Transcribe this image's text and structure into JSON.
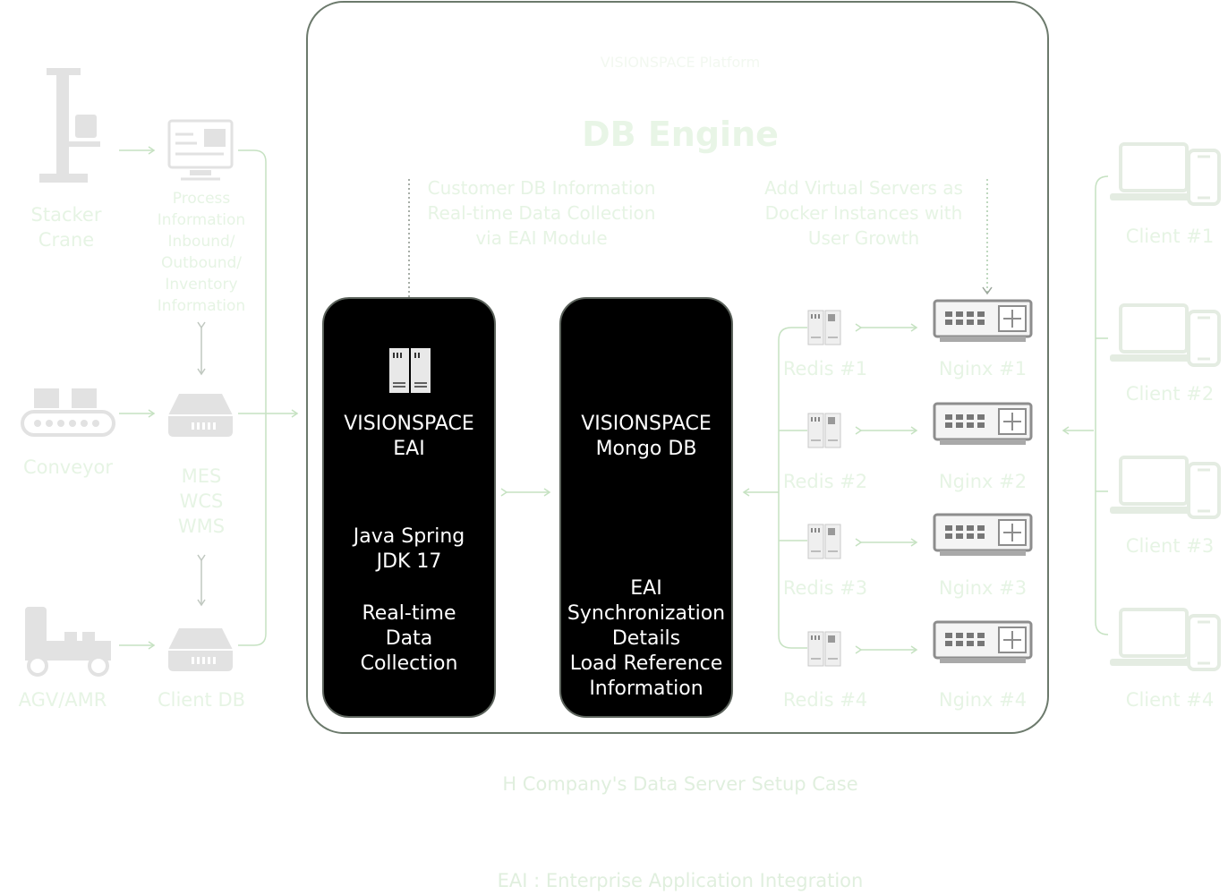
{
  "left_devices": {
    "stacker": "Stacker\nCrane",
    "process_info": "Process\nInformation\nInbound/\nOutbound/\nInventory\nInformation",
    "conveyor": "Conveyor",
    "mes": "MES\nWCS\nWMS",
    "agv": "AGV/AMR",
    "client_db": "Client DB"
  },
  "engine": {
    "subtitle": "VISIONSPACE Platform",
    "title": "DB Engine",
    "note_left": "Customer DB Information\nReal-time Data Collection\nvia EAI Module",
    "note_right": "Add Virtual Servers as\nDocker Instances with\nUser Growth"
  },
  "eai_box": {
    "name": "VISIONSPACE\nEAI",
    "tech": "Java Spring\nJDK 17",
    "role": "Real-time\nData\nCollection"
  },
  "mongo_box": {
    "name": "VISIONSPACE\nMongo DB",
    "role": "EAI\nSynchronization\nDetails\nLoad Reference\nInformation"
  },
  "servers": [
    {
      "redis": "Redis #1",
      "nginx": "Nginx #1"
    },
    {
      "redis": "Redis #2",
      "nginx": "Nginx #2"
    },
    {
      "redis": "Redis #3",
      "nginx": "Nginx #3"
    },
    {
      "redis": "Redis #4",
      "nginx": "Nginx #4"
    }
  ],
  "clients": [
    "Client #1",
    "Client #2",
    "Client #3",
    "Client #4"
  ],
  "caption": "H Company's Data Server Setup  Case",
  "footnote": "EAI :  Enterprise Application Integration",
  "colors": {
    "faint_green": "#e6f4e4",
    "arrow_green": "#c6e2c2",
    "frame": "#6c7a6c",
    "icon_gray": "#e0e0e0"
  }
}
